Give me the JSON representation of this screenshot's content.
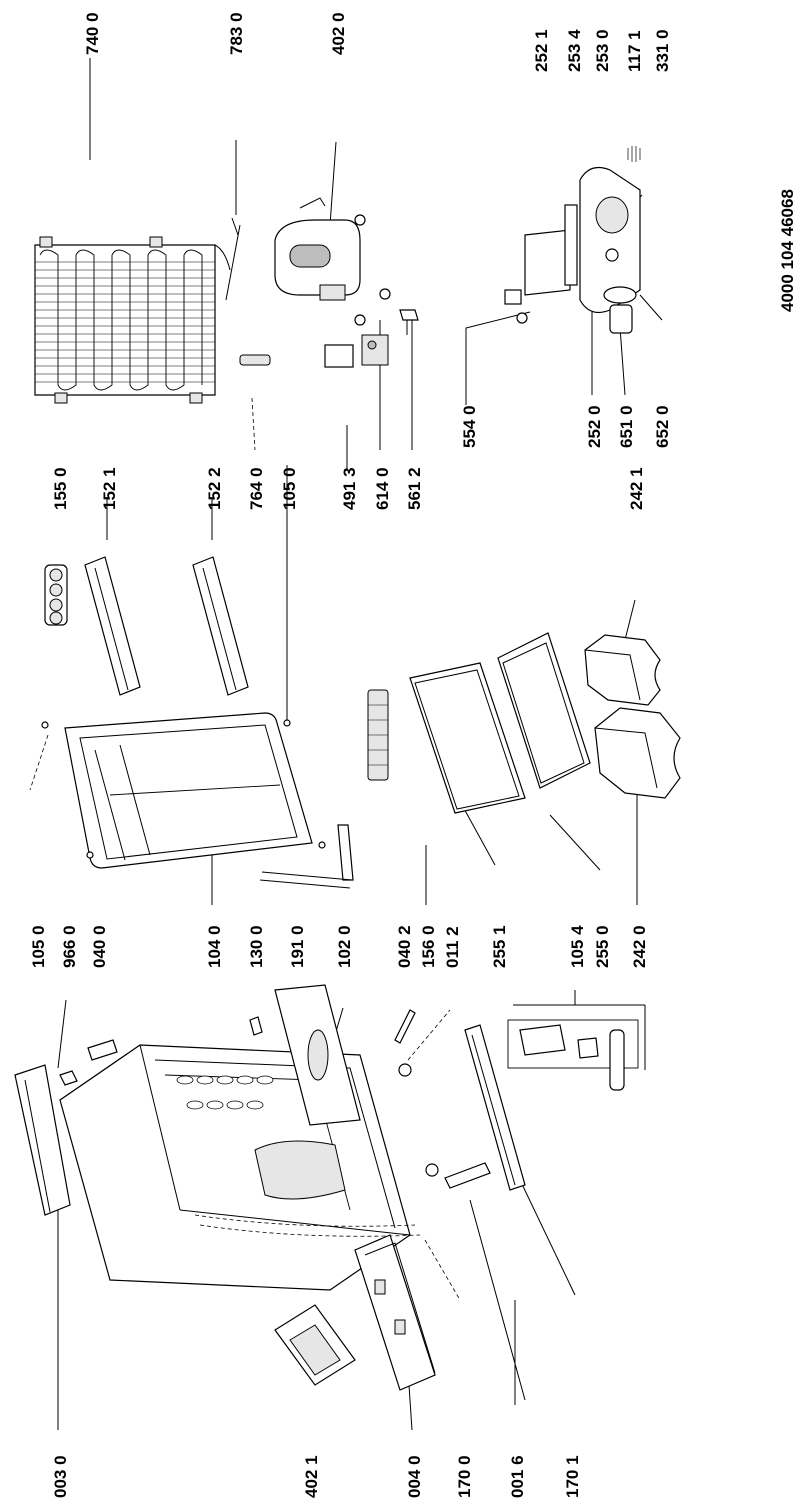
{
  "document_code": "4000 104 46068",
  "part_labels": [
    "740 0",
    "783 0",
    "402 0",
    "252 1",
    "253 4",
    "253 0",
    "117 1",
    "331 0",
    "155 0",
    "152 1",
    "152 2",
    "764 0",
    "105 0",
    "491 3",
    "614 0",
    "561 2",
    "554 0",
    "252 0",
    "651 0",
    "652 0",
    "242 1",
    "105 0",
    "966 0",
    "040 0",
    "104 0",
    "130 0",
    "191 0",
    "102 0",
    "040 2",
    "156 0",
    "011 2",
    "255 1",
    "105 4",
    "255 0",
    "242 0",
    "003 0",
    "402 1",
    "004 0",
    "170 0",
    "001 6",
    "170 1"
  ]
}
